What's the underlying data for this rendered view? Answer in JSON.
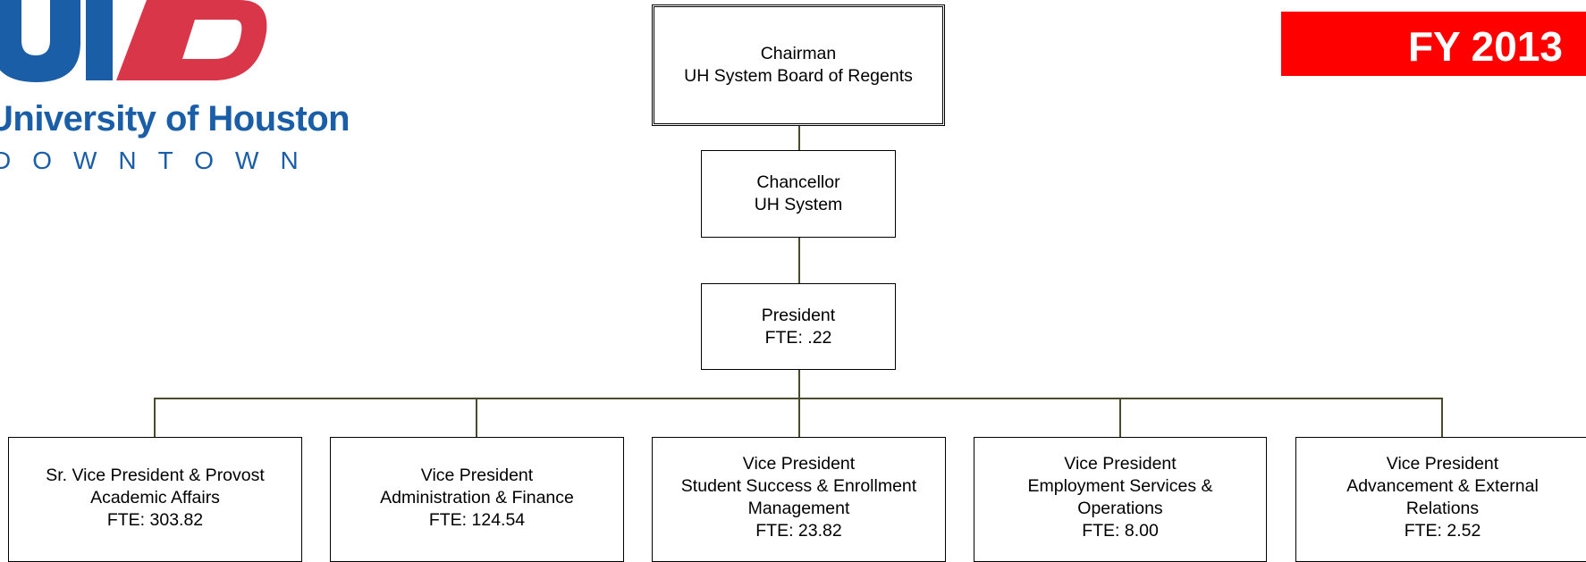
{
  "logo": {
    "name": "University of Houston",
    "campus": "DOWNTOWN",
    "colors": {
      "blue": "#1a5ea8",
      "red": "#d9364a"
    }
  },
  "badge": {
    "label": "FY 2013",
    "color": "#ff0000"
  },
  "org": {
    "chairman": {
      "title": "Chairman",
      "org": "UH System Board of Regents"
    },
    "chancellor": {
      "title": "Chancellor",
      "org": "UH System"
    },
    "president": {
      "title": "President",
      "fte": "FTE: .22"
    },
    "divisions": [
      {
        "title": "Sr. Vice President & Provost",
        "lines": [
          "Academic Affairs"
        ],
        "fte": "FTE: 303.82"
      },
      {
        "title": "Vice President",
        "lines": [
          "Administration & Finance"
        ],
        "fte": "FTE: 124.54"
      },
      {
        "title": "Vice President",
        "lines": [
          "Student Success & Enrollment",
          "Management"
        ],
        "fte": "FTE: 23.82"
      },
      {
        "title": "Vice President",
        "lines": [
          "Employment Services &",
          "Operations"
        ],
        "fte": "FTE: 8.00"
      },
      {
        "title": "Vice President",
        "lines": [
          "Advancement & External",
          "Relations"
        ],
        "fte": "FTE: 2.52"
      }
    ]
  }
}
